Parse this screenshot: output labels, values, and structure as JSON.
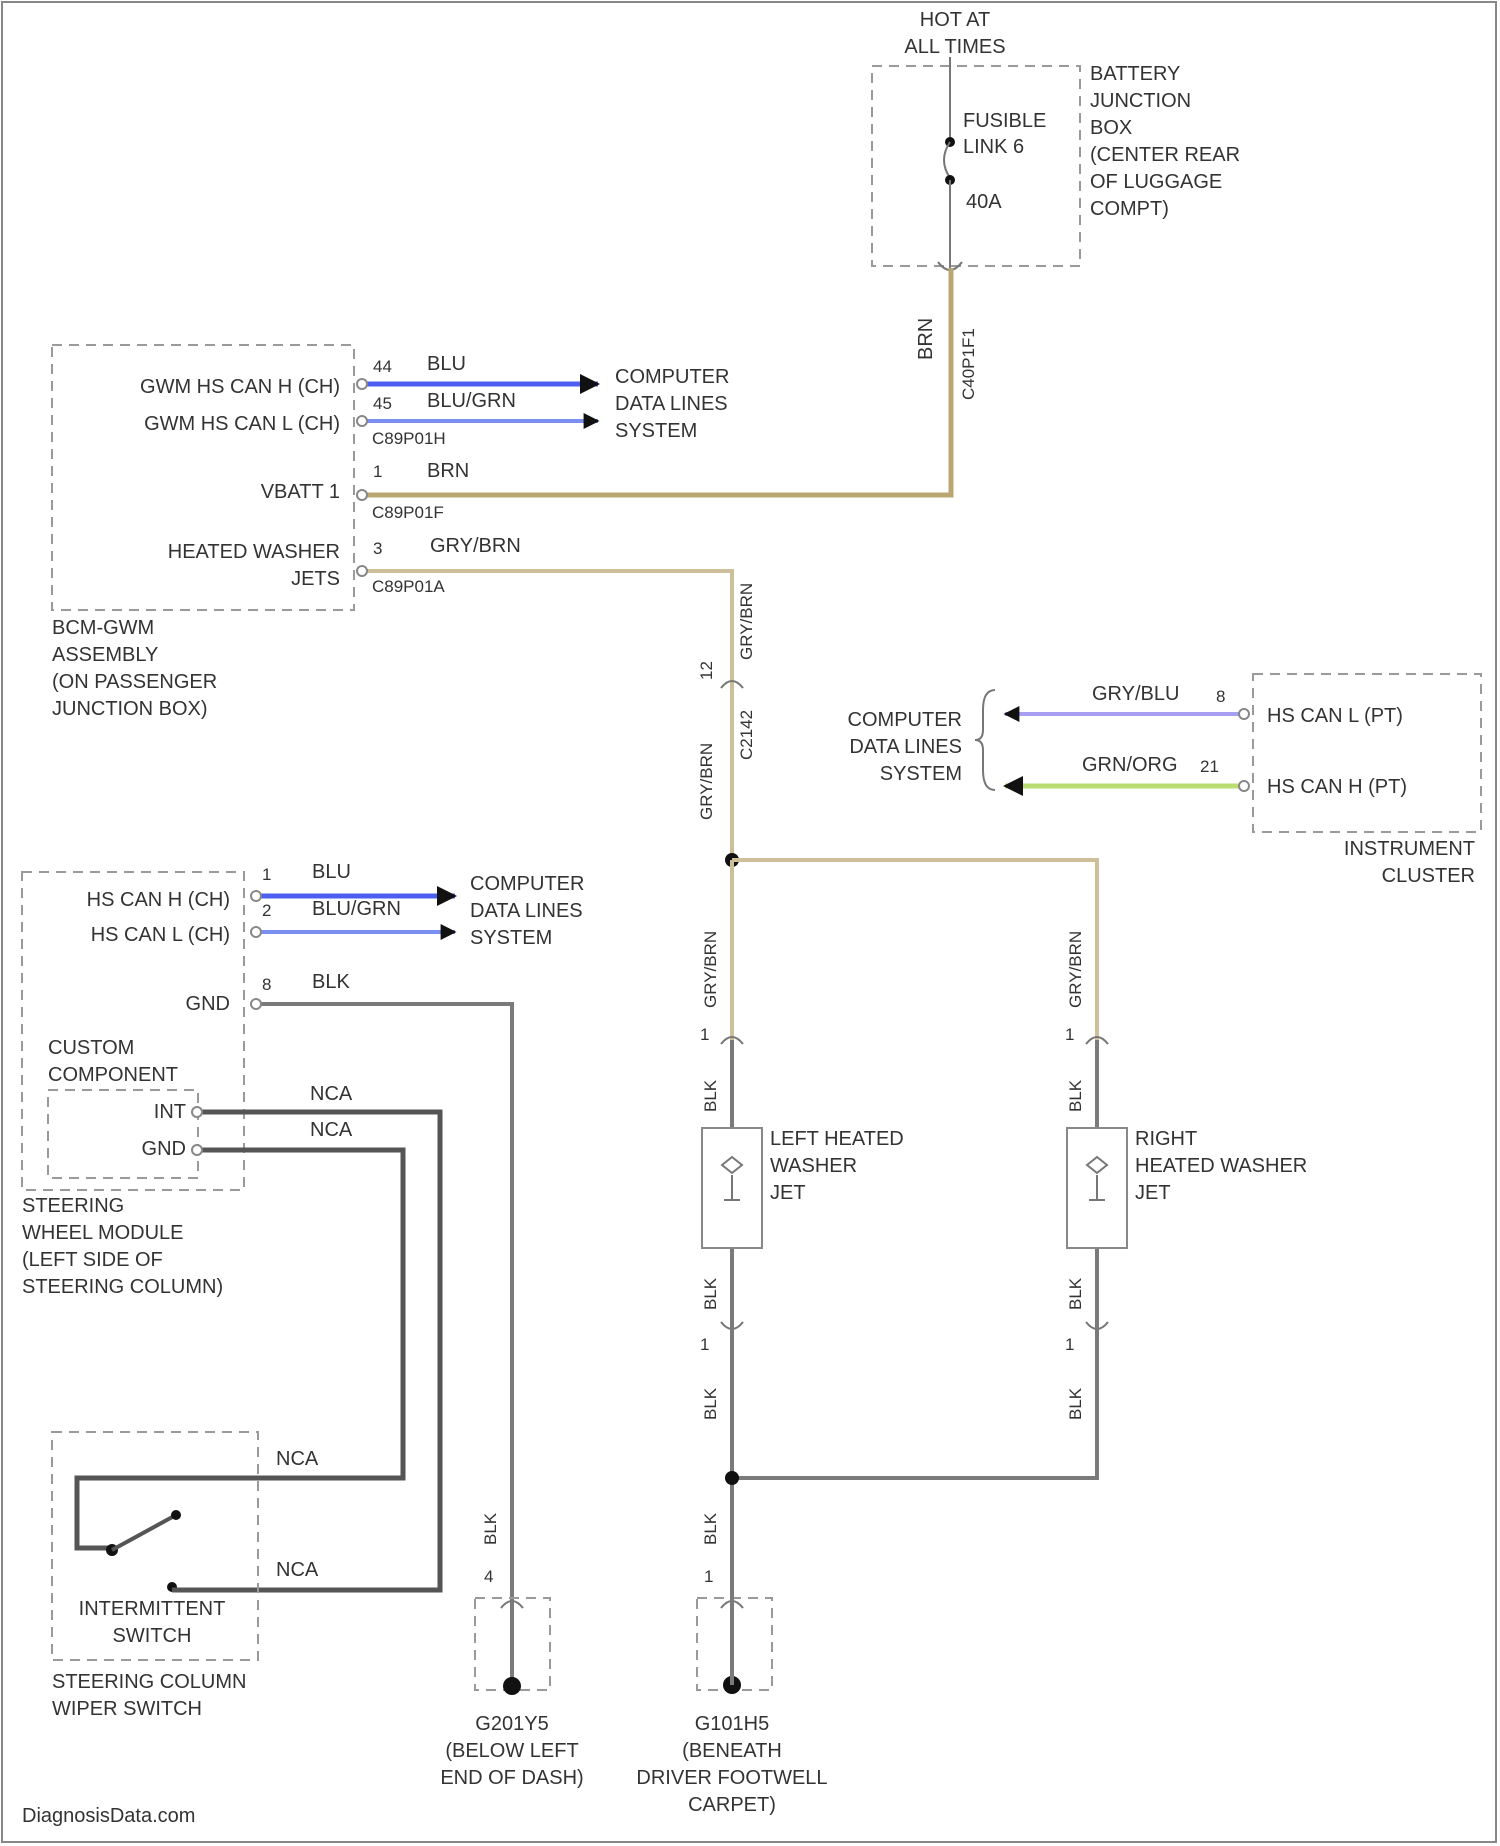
{
  "battery_box": {
    "hot_label": [
      "HOT AT",
      "ALL TIMES"
    ],
    "name_lines": [
      "BATTERY",
      "JUNCTION",
      "BOX",
      "(CENTER REAR",
      "OF LUGGAGE",
      "COMPT)"
    ],
    "fuse_lines": [
      "FUSIBLE",
      "LINK 6"
    ],
    "fuse_rating": "40A",
    "out_wire": "BRN",
    "out_connector": "C40P1F1"
  },
  "bcm": {
    "name_lines": [
      "BCM-GWM",
      "ASSEMBLY",
      "(ON PASSENGER",
      "JUNCTION BOX)"
    ],
    "pins": [
      {
        "label": "GWM HS CAN H (CH)",
        "pin": "44",
        "wire": "BLU"
      },
      {
        "label": "GWM HS CAN L (CH)",
        "pin": "45",
        "wire": "BLU/GRN"
      },
      {
        "label": "VBATT 1",
        "pin": "1",
        "wire": "BRN"
      },
      {
        "label_lines": [
          "HEATED WASHER",
          "JETS"
        ],
        "pin": "3",
        "wire": "GRY/BRN"
      }
    ],
    "connectors": [
      "C89P01H",
      "C89P01F",
      "C89P01A"
    ],
    "data_lines": [
      "COMPUTER",
      "DATA LINES",
      "SYSTEM"
    ]
  },
  "inline_connector": {
    "pin": "12",
    "name": "C2142",
    "wire": "GRY/BRN"
  },
  "instrument_cluster": {
    "name_lines": [
      "INSTRUMENT",
      "CLUSTER"
    ],
    "pins": [
      {
        "label": "HS CAN L (PT)",
        "pin": "8",
        "wire": "GRY/BLU"
      },
      {
        "label": "HS CAN H (PT)",
        "pin": "21",
        "wire": "GRN/ORG"
      }
    ],
    "data_lines": [
      "COMPUTER",
      "DATA LINES",
      "SYSTEM"
    ]
  },
  "steering_module": {
    "name_lines": [
      "STEERING",
      "WHEEL MODULE",
      "(LEFT SIDE OF",
      "STEERING COLUMN)"
    ],
    "pins": [
      {
        "label": "HS CAN H (CH)",
        "pin": "1",
        "wire": "BLU"
      },
      {
        "label": "HS CAN L (CH)",
        "pin": "2",
        "wire": "BLU/GRN"
      },
      {
        "label": "GND",
        "pin": "8",
        "wire": "BLK"
      }
    ],
    "custom_component": [
      "CUSTOM",
      "COMPONENT"
    ],
    "custom_pins": [
      {
        "label": "INT",
        "wire": "NCA"
      },
      {
        "label": "GND",
        "wire": "NCA"
      }
    ],
    "data_lines": [
      "COMPUTER",
      "DATA LINES",
      "SYSTEM"
    ]
  },
  "wiper_switch": {
    "name_lines": [
      "STEERING COLUMN",
      "WIPER SWITCH"
    ],
    "switch_lines": [
      "INTERMITTENT",
      "SWITCH"
    ],
    "wires": [
      "NCA",
      "NCA"
    ]
  },
  "left_jet": {
    "name_lines": [
      "LEFT HEATED",
      "WASHER",
      "JET"
    ],
    "upper_wire": "GRY/BRN",
    "wires": [
      "BLK",
      "BLK",
      "BLK"
    ],
    "pin_top": "1",
    "pin_bottom": "1"
  },
  "right_jet": {
    "name_lines": [
      "RIGHT",
      "HEATED WASHER",
      "JET"
    ],
    "upper_wire": "GRY/BRN",
    "wires": [
      "BLK",
      "BLK",
      "BLK"
    ],
    "pin_top": "1",
    "pin_bottom": "1"
  },
  "ground_g201": {
    "name_lines": [
      "G201Y5",
      "(BELOW LEFT",
      "END OF DASH)"
    ],
    "wire": "BLK",
    "pin": "4"
  },
  "ground_g101": {
    "name_lines": [
      "G101H5",
      "(BENEATH",
      "DRIVER FOOTWELL",
      "CARPET)"
    ],
    "wire": "BLK",
    "pin": "1"
  },
  "watermark": "DiagnosisData.com",
  "colors": {
    "wire_gray": "#7a7a7a",
    "wire_tan": "#cdbf9a",
    "wire_blue": "#4a5ff0",
    "wire_lavender": "#a7a0f0",
    "wire_green": "#b9dd70"
  }
}
